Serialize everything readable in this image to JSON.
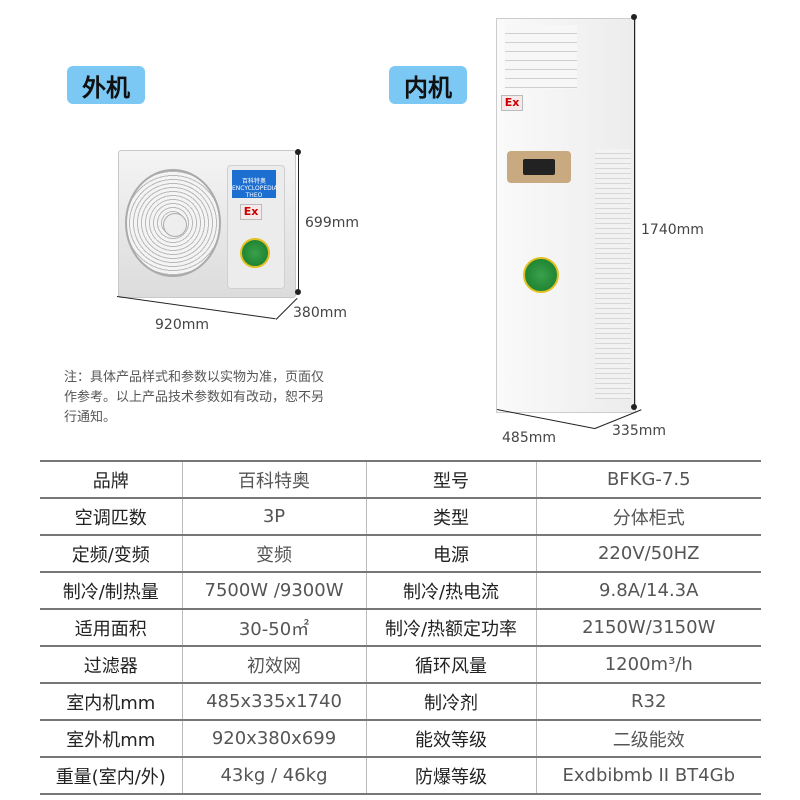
{
  "labels": {
    "outdoor": "外机",
    "indoor": "内机"
  },
  "outdoor_dims": {
    "height": "699mm",
    "width": "920mm",
    "depth": "380mm"
  },
  "indoor_dims": {
    "height": "1740mm",
    "width": "485mm",
    "depth": "335mm"
  },
  "badges": {
    "ex": "Ex",
    "brand_label": "百科特奥 ENCYCLOPEDIA THEO"
  },
  "note": "注：具体产品样式和参数以实物为准，页面仅作参考。以上产品技术参数如有改动，恕不另行通知。",
  "specs": [
    [
      "品牌",
      "百科特奥",
      "型号",
      "BFKG-7.5"
    ],
    [
      "空调匹数",
      "3P",
      "类型",
      "分体柜式"
    ],
    [
      "定频/变频",
      "变频",
      "电源",
      "220V/50HZ"
    ],
    [
      "制冷/制热量",
      "7500W /9300W",
      "制冷/热电流",
      "9.8A/14.3A"
    ],
    [
      "适用面积",
      "30-50㎡",
      "制冷/热额定功率",
      "2150W/3150W"
    ],
    [
      "过滤器",
      "初效网",
      "循环风量",
      "1200m³/h"
    ],
    [
      "室内机mm",
      "485x335x1740",
      "制冷剂",
      "R32"
    ],
    [
      "室外机mm",
      "920x380x699",
      "能效等级",
      "二级能效"
    ],
    [
      "重量(室内/外)",
      "43kg / 46kg",
      "防爆等级",
      "Exdbibmb II BT4Gb"
    ]
  ],
  "colors": {
    "tag_bg": "#7cc8f5",
    "ex_red": "#cc0000",
    "brand_blue": "#1c6fd1"
  }
}
